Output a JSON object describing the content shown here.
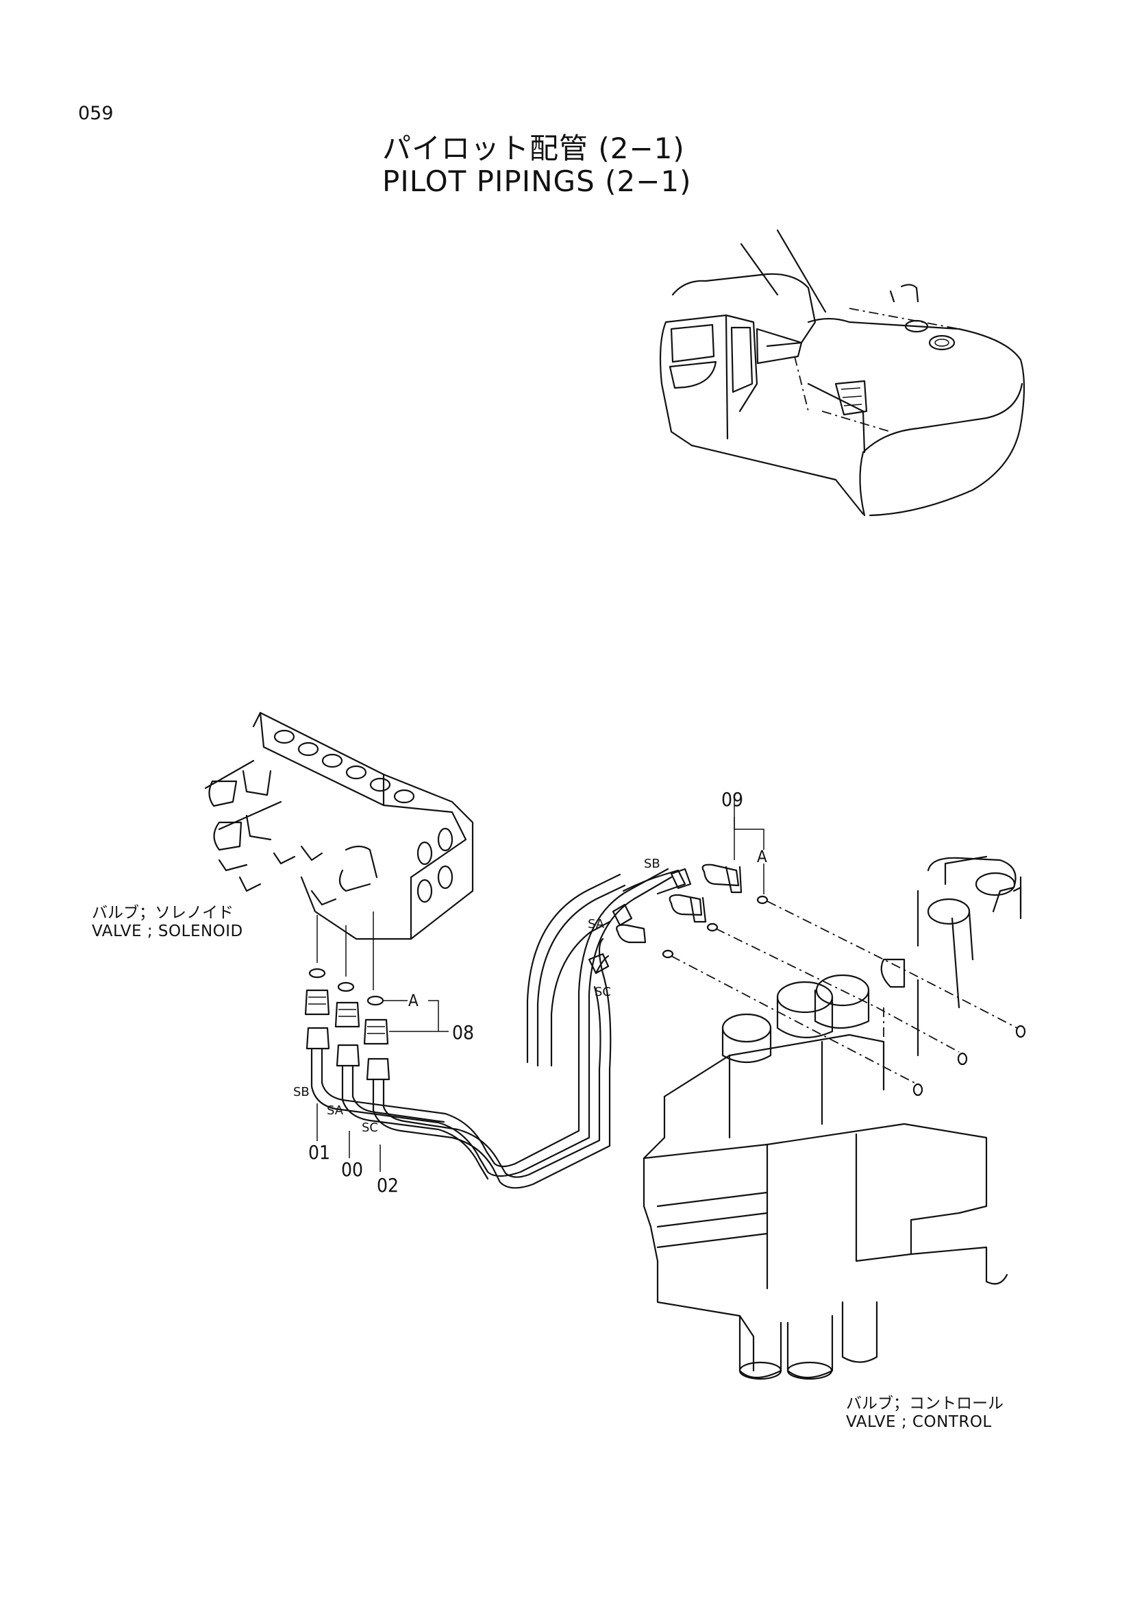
{
  "page_number": "059",
  "title": {
    "ja": "パイロット配管  (2−1)",
    "en": "PILOT  PIPINGS  (2−1)"
  },
  "labels": {
    "solenoid_valve": {
      "ja": "バルブ；ソレノイド",
      "en": "VALVE ; SOLENOID"
    },
    "control_valve": {
      "ja": "バルブ；コントロール",
      "en": "VALVE ; CONTROL"
    }
  },
  "callouts": {
    "part_00": "00",
    "part_01": "01",
    "part_02": "02",
    "part_08": "08",
    "part_09": "09",
    "group_a_left": "A",
    "group_a_right": "A"
  },
  "port_codes": {
    "sb_left": "SB",
    "sa_left": "SA",
    "sc_left": "SC",
    "sb_right": "SB",
    "sa_right": "SA",
    "sc_right": "SC"
  }
}
